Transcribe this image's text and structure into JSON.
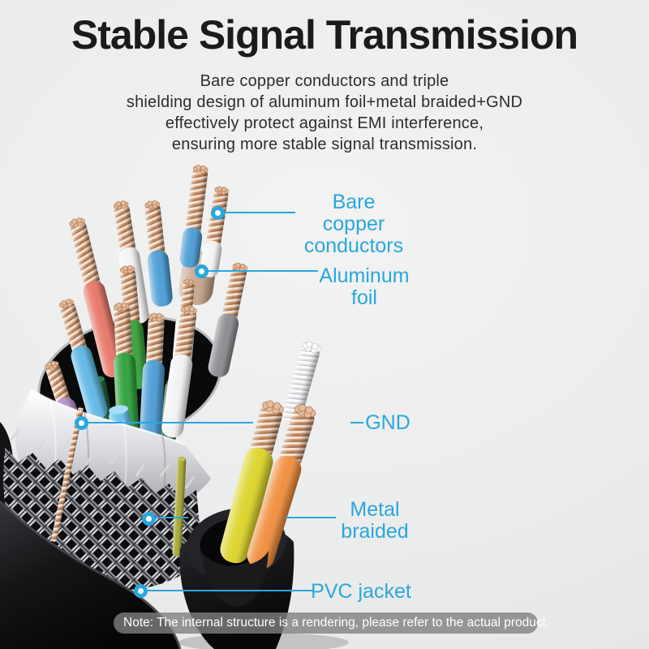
{
  "title": "Stable Signal Transmission",
  "description": {
    "lines": [
      "Bare copper conductors and triple",
      "shielding design of aluminum foil+metal braided+GND",
      "effectively protect against EMI interference,",
      "ensuring more stable signal transmission."
    ]
  },
  "callouts": [
    {
      "id": "bare-copper",
      "lines": [
        "Bare copper",
        "conductors"
      ]
    },
    {
      "id": "aluminum-foil",
      "lines": [
        "Aluminum",
        "foil"
      ]
    },
    {
      "id": "gnd",
      "lines": [
        "GND"
      ]
    },
    {
      "id": "metal-braided",
      "lines": [
        "Metal",
        "braided"
      ]
    },
    {
      "id": "pvc-jacket",
      "lines": [
        "PVC jacket"
      ]
    }
  ],
  "note": "Note: The internal structure is a rendering, please refer to the actual product.",
  "colors": {
    "accent": "#2aa7de",
    "background": "#ededed",
    "title_text": "#1b1b1b",
    "body_text": "#2d2d2d",
    "note_bar": "#8c8c8c",
    "note_text": "#ffffff",
    "pvc_black": "#1a1a1c",
    "copper": "#c78a5e",
    "foil_silver": "#d9dadf",
    "braid_silver": "#d4d5da",
    "wire_colors": [
      "#e87a6c",
      "#f4f4f4",
      "#4f9fd6",
      "#3da33f",
      "#63b9e6",
      "#b595cf",
      "#8e8e93",
      "#1f5e38",
      "#ddd52f",
      "#f19042"
    ]
  }
}
